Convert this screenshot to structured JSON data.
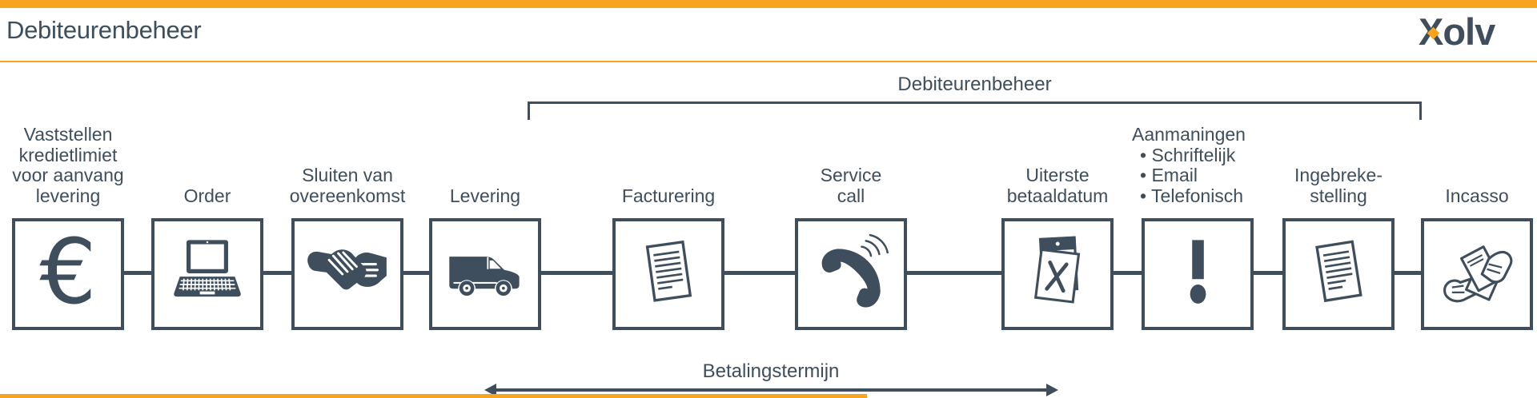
{
  "header": {
    "title": "Debiteurenbeheer",
    "logo_text": "Xolv"
  },
  "bracket": {
    "label": "Debiteurenbeheer"
  },
  "timeline": {
    "label": "Betalingstermijn"
  },
  "steps": [
    {
      "name": "vaststellen-kredietlimiet",
      "label": "Vaststellen kredietlimiet voor aanvang levering",
      "label_lines": [
        "Vaststellen",
        "kredietlimiet",
        "voor aanvang",
        "levering"
      ],
      "icon": "euro-icon",
      "icon_glyph": "€"
    },
    {
      "name": "order",
      "label": "Order",
      "label_lines": [
        "Order"
      ],
      "icon": "laptop-icon"
    },
    {
      "name": "sluiten-van-overeenkomst",
      "label": "Sluiten van overeenkomst",
      "label_lines": [
        "Sluiten van",
        "overeenkomst"
      ],
      "icon": "handshake-icon"
    },
    {
      "name": "levering",
      "label": "Levering",
      "label_lines": [
        "Levering"
      ],
      "icon": "delivery-van-icon"
    },
    {
      "name": "facturering",
      "label": "Facturering",
      "label_lines": [
        "Facturering"
      ],
      "icon": "invoice-document-icon"
    },
    {
      "name": "service-call",
      "label": "Service call",
      "label_lines": [
        "Service",
        "call"
      ],
      "icon": "phone-call-icon"
    },
    {
      "name": "uiterste-betaaldatum",
      "label": "Uiterste betaaldatum",
      "label_lines": [
        "Uiterste",
        "betaaldatum"
      ],
      "icon": "tear-off-calendar-icon"
    },
    {
      "name": "aanmaningen",
      "label": "Aanmaningen: Schriftelijk, Email, Telefonisch",
      "label_lines": [
        "Aanmaningen",
        "• Schriftelijk",
        "• Email",
        "• Telefonisch"
      ],
      "icon": "exclamation-mark-icon"
    },
    {
      "name": "ingebrekestelling",
      "label": "Ingebreke-stelling",
      "label_lines": [
        "Ingebreke-",
        "stelling"
      ],
      "icon": "letter-document-icon"
    },
    {
      "name": "incasso",
      "label": "Incasso",
      "label_lines": [
        "Incasso"
      ],
      "icon": "hands-exchange-envelopes-icon"
    }
  ],
  "colors": {
    "accent_orange": "#F7A420",
    "ink": "#3E4E5C"
  }
}
